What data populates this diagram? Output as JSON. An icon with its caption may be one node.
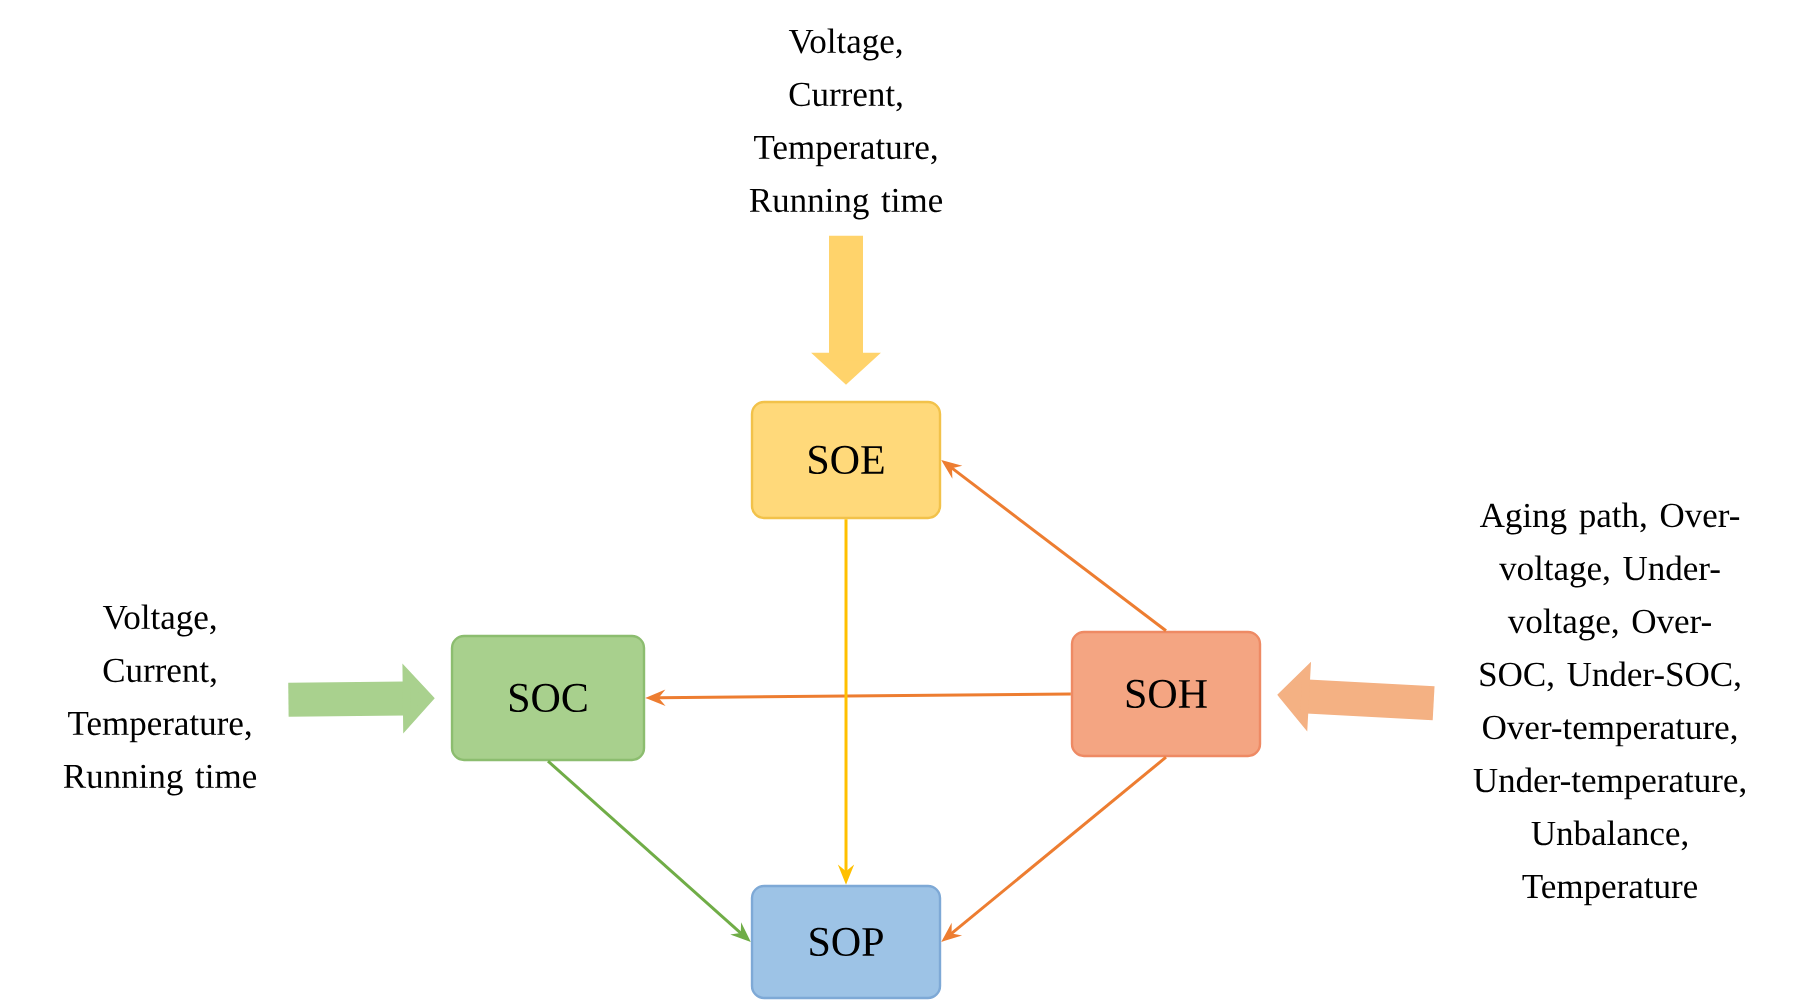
{
  "diagram": {
    "nodes": [
      {
        "text": [
          "Voltage, Current, Temperature, Running time"
        ]
      },
      {
        "text": [
          "SOE"
        ]
      },
      {
        "text": [
          "Voltage, Current, Temperature, Running time"
        ]
      },
      {
        "text": [
          "SOC"
        ]
      },
      {
        "text": [
          "SOH"
        ]
      },
      {
        "text": [
          "Aging path, Over-voltage, Under-voltage, Over-SOC, Under-SOC, Over-temperature, Under-temperature, Unbalance, Temperature"
        ]
      },
      {
        "text": [
          "SOP"
        ]
      }
    ],
    "edges": [
      {
        "from": 0,
        "to": 1,
        "arrow": "to",
        "style": "thick",
        "color": "#ffd36b"
      },
      {
        "from": 2,
        "to": 3,
        "arrow": "to",
        "style": "thick",
        "color": "#a9d18e"
      },
      {
        "from": 5,
        "to": 4,
        "arrow": "to",
        "style": "thick",
        "color": "#f4b183"
      },
      {
        "from": 4,
        "to": 1,
        "arrow": "to"
      },
      {
        "from": 4,
        "to": 3,
        "arrow": "to"
      },
      {
        "from": 1,
        "to": 6,
        "arrow": "to",
        "color": "#ffc000"
      },
      {
        "from": 3,
        "to": 6,
        "arrow": "to",
        "color": "#70ad47"
      },
      {
        "from": 4,
        "to": 6,
        "arrow": "to"
      }
    ]
  }
}
